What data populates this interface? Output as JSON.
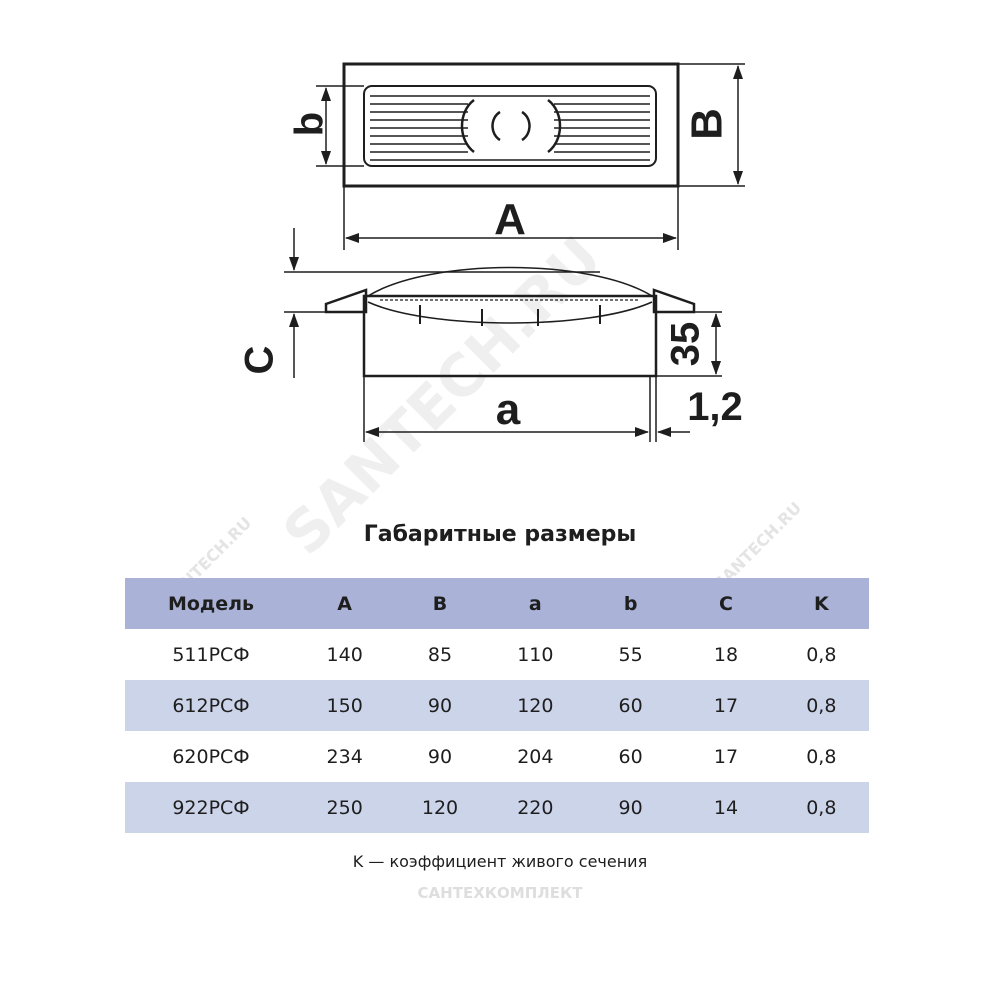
{
  "diagram": {
    "labels": {
      "A": "A",
      "B": "B",
      "a": "a",
      "b": "b",
      "C": "C",
      "depth": "35",
      "thickness": "1,2"
    }
  },
  "table": {
    "title": "Габаритные размеры",
    "headers": [
      "Модель",
      "A",
      "B",
      "a",
      "b",
      "C",
      "K"
    ],
    "rows": [
      [
        "511РСФ",
        "140",
        "85",
        "110",
        "55",
        "18",
        "0,8"
      ],
      [
        "612РСФ",
        "150",
        "90",
        "120",
        "60",
        "17",
        "0,8"
      ],
      [
        "620РСФ",
        "234",
        "90",
        "204",
        "60",
        "17",
        "0,8"
      ],
      [
        "922РСФ",
        "250",
        "120",
        "220",
        "90",
        "14",
        "0,8"
      ]
    ],
    "note": "K — коэффициент живого сечения"
  },
  "watermarks": {
    "main": "SANTECH.RU",
    "small_left": "SANTECH.RU",
    "small_right": "SANTECH.RU",
    "bottom": "САНТЕХКОМПЛЕКТ"
  },
  "colors": {
    "header_row": "#aab3d7",
    "alt_row": "#ccd4ea",
    "line": "#1e1e1e"
  }
}
